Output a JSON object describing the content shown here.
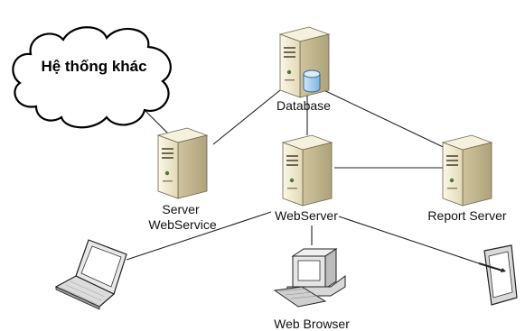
{
  "nodes": {
    "cloud": {
      "label": "Hệ thống khác"
    },
    "database": {
      "label": "Database"
    },
    "server_webservice": {
      "label_line1": "Server",
      "label_line2": "WebService"
    },
    "webserver": {
      "label": "WebServer"
    },
    "report_server": {
      "label": "Report Server"
    },
    "web_browser": {
      "label": "Web Browser"
    }
  },
  "icons": {
    "cloud": "cloud-icon",
    "database_server": "server-tower-icon",
    "database_cylinder": "database-icon",
    "server_webservice": "server-tower-icon",
    "webserver": "server-tower-icon",
    "report_server": "server-tower-icon",
    "laptop": "laptop-icon",
    "desktop": "desktop-computer-icon",
    "tablet": "tablet-icon"
  },
  "colors": {
    "server_light": "#f1ead2",
    "server_mid": "#ddd3b0",
    "server_dark": "#b9ae86",
    "db_blue": "#8fc3ec",
    "line": "#222222"
  }
}
